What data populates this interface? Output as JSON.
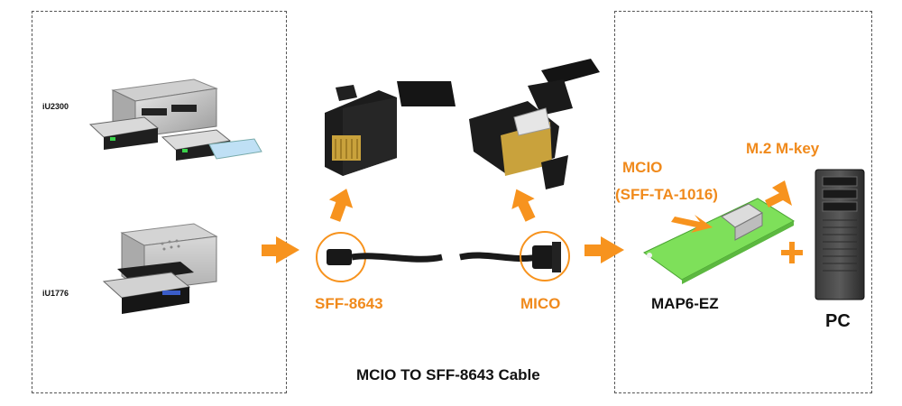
{
  "left_panel": {
    "device_top": "iU2300",
    "device_bottom": "iU1776"
  },
  "connectors": {
    "left": "SFF-8643",
    "right": "MICO"
  },
  "cable_caption": "MCIO TO SFF-8643 Cable",
  "right_panel": {
    "mcio_line1": "MCIO",
    "mcio_line2": "(SFF-TA-1016)",
    "m2_label": "M.2 M-key",
    "board_name": "MAP6-EZ",
    "pc_label": "PC",
    "plus": "+"
  },
  "colors": {
    "accent": "#f7931e",
    "board_green": "#7ee05a",
    "dark": "#1a1a1a"
  },
  "icons": [
    "arrow-right-icon",
    "arrow-up-icon",
    "plus-icon"
  ]
}
